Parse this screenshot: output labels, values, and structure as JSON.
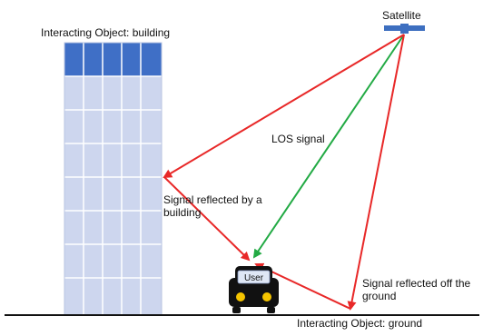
{
  "labels": {
    "satellite": "Satellite",
    "building_object": "Interacting Object: building",
    "los": "LOS signal",
    "building_reflection": "Signal reflected by a building",
    "ground_reflection": "Signal reflected off the ground",
    "ground_object": "Interacting Object: ground",
    "user": "User"
  },
  "colors": {
    "los_signal": "#22aa44",
    "reflected_signal": "#e82828",
    "building_top": "#3f6fc6",
    "building_body": "#cdd6ee",
    "building_lines": "#ffffff",
    "satellite": "#3d6fc0",
    "car_body": "#111111",
    "car_label_bg": "#dfe7f5",
    "wheels": "#f5c400",
    "ground": "#111111"
  }
}
